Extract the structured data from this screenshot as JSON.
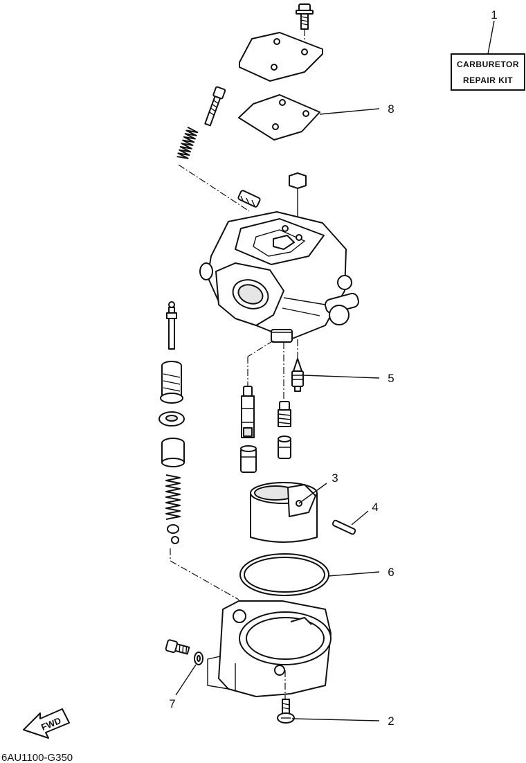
{
  "kit_label": {
    "line1": "CARBURETOR",
    "line2": "REPAIR KIT"
  },
  "callouts": {
    "c1": "1",
    "c2": "2",
    "c3": "3",
    "c4": "4",
    "c5": "5",
    "c6": "6",
    "c7": "7",
    "c8": "8"
  },
  "fwd_label": "FWD",
  "diagram_code": "6AU1100-G350"
}
